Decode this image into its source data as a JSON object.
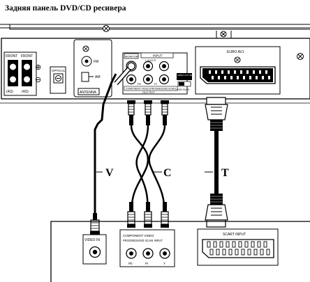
{
  "title": "Задняя панель DVD/CD ресивера",
  "receiver": {
    "speaker_front_label": "FRONT",
    "speaker_front_label_2": "FRONT",
    "speaker_impedance_1": "(4Ω)",
    "speaker_impedance_2": "(4Ω)",
    "speaker_plus": "⊕",
    "speaker_minus": "⊖",
    "optical_label": "OPTICAL",
    "fm_label": "FM",
    "am_label": "AM",
    "antenna_label": "ANTENNA",
    "monitor_label": "MONITOR",
    "input_label": "INPUT",
    "input_lr_label": "L  AUX  R",
    "pb_label": "Pb",
    "pr_label": "Pr",
    "component_label": "COMPONENT VIDEO (PROGRESSIVE SCAN)",
    "output_label": "OUT PUT",
    "selector_label": "VIDEO OUT SELECTOR",
    "selector_options": "RGB   SVHS",
    "euro_av_label": "EURO AV1"
  },
  "tv": {
    "video_in_label": "VIDEO IN",
    "component_in_label": "COMPONENT VIDEO",
    "progressive_label": "PROGRESSIVE SCAN INPUT",
    "pb_label": "Pb",
    "pr_label": "Pr",
    "y_label": "Y",
    "scart_input_label": "SCART INPUT"
  },
  "cables": {
    "v_label": "V",
    "c_label": "C",
    "t_label": "T"
  },
  "colors": {
    "line": "#000000",
    "panel": "#ffffff",
    "connector_fill": "#ffffff",
    "dark": "#111111"
  }
}
